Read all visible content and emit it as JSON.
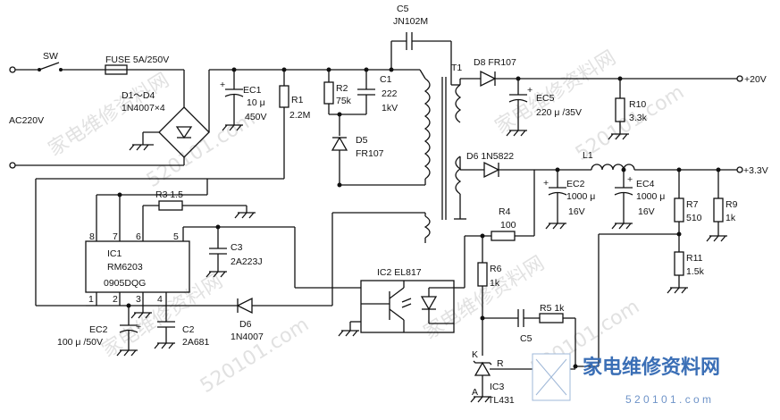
{
  "watermark": {
    "brand": "家电维修资料网",
    "url": "520101.com",
    "corner_url": "5 2 0 1 0 1 . c o m",
    "brand_color": "#3b6fb6"
  },
  "labels": {
    "sw": "SW",
    "fuse": "FUSE 5A/250V",
    "ac": "AC220V",
    "d1d4_a": "D1～D4",
    "d1d4_b": "1N4007×4",
    "c5top_a": "C5",
    "c5top_b": "JN102M",
    "ec1_a": "EC1",
    "ec1_b": "10 μ",
    "ec1_c": "450V",
    "r1_a": "R1",
    "r1_b": "2.2M",
    "r2_a": "R2",
    "r2_b": "75k",
    "c1_a": "C1",
    "c1_b": "222",
    "c1_c": "1kV",
    "d5_a": "D5",
    "d5_b": "FR107",
    "t1": "T1",
    "d8": "D8 FR107",
    "ec5_a": "EC5",
    "ec5_b": "220 μ /35V",
    "r10_a": "R10",
    "r10_b": "3.3k",
    "out20": "+20V",
    "d6top": "D6  1N5822",
    "l1": "L1",
    "ec2r_a": "EC2",
    "ec2r_b": "1000 μ",
    "ec2r_c": "16V",
    "ec4_a": "EC4",
    "ec4_b": "1000 μ",
    "ec4_c": "16V",
    "out33": "+3.3V",
    "r7_a": "R7",
    "r7_b": "510",
    "r9_a": "R9",
    "r9_b": "1k",
    "r3": "R3  1.5",
    "pin8": "8",
    "pin7": "7",
    "pin6": "6",
    "pin5": "5",
    "pin1": "1",
    "pin2": "2",
    "pin3": "3",
    "pin4": "4",
    "ic1_a": "IC1",
    "ic1_b": "RM6203",
    "ic1_c": "0905DQG",
    "c3_a": "C3",
    "c3_b": "2A223J",
    "r4_a": "R4",
    "r4_b": "100",
    "r11_a": "R11",
    "r11_b": "1.5k",
    "ic2": "IC2 EL817",
    "r6_a": "R6",
    "r6_b": "1k",
    "ec2l_a": "EC2",
    "ec2l_b": "100 μ /50V",
    "c2_a": "C2",
    "c2_b": "2A681",
    "d6l_a": "D6",
    "d6l_b": "1N4007",
    "c5b": "C5",
    "r5": "R5  1k",
    "k": "K",
    "r": "R",
    "a": "A",
    "ic3_a": "IC3",
    "ic3_b": "TL431"
  }
}
